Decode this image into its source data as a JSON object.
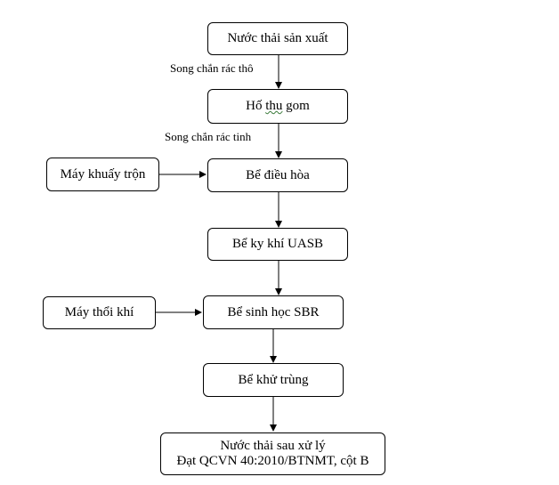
{
  "diagram": {
    "steps": [
      {
        "id": "nuoc-thai-san-xuat",
        "label": "Nước thải sản xuất"
      },
      {
        "id": "ho-thu-gom",
        "label_prefix": "Hố ",
        "label_underlined": "thu",
        "label_suffix": " gom"
      },
      {
        "id": "be-dieu-hoa",
        "label": "Bể điều hòa"
      },
      {
        "id": "be-ky-khi",
        "label": "Bể ky khí UASB"
      },
      {
        "id": "be-sinh-hoc",
        "label": "Bể sinh học SBR"
      },
      {
        "id": "be-khu-trung",
        "label": "Bể khử trùng"
      },
      {
        "id": "nuoc-thai-sau-xu-ly",
        "line1": "Nước thải sau xử lý",
        "line2": "Đạt QCVN 40:2010/BTNMT, cột B"
      }
    ],
    "side_inputs": [
      {
        "id": "may-khuay-tron",
        "label": "Máy khuấy trộn"
      },
      {
        "id": "may-thoi-khi",
        "label": "Máy thổi khí"
      }
    ],
    "edge_labels": {
      "song_chan_rac_tho": "Song chắn rác thô",
      "song_chan_rac_tinh": "Song chắn rác tinh"
    }
  }
}
